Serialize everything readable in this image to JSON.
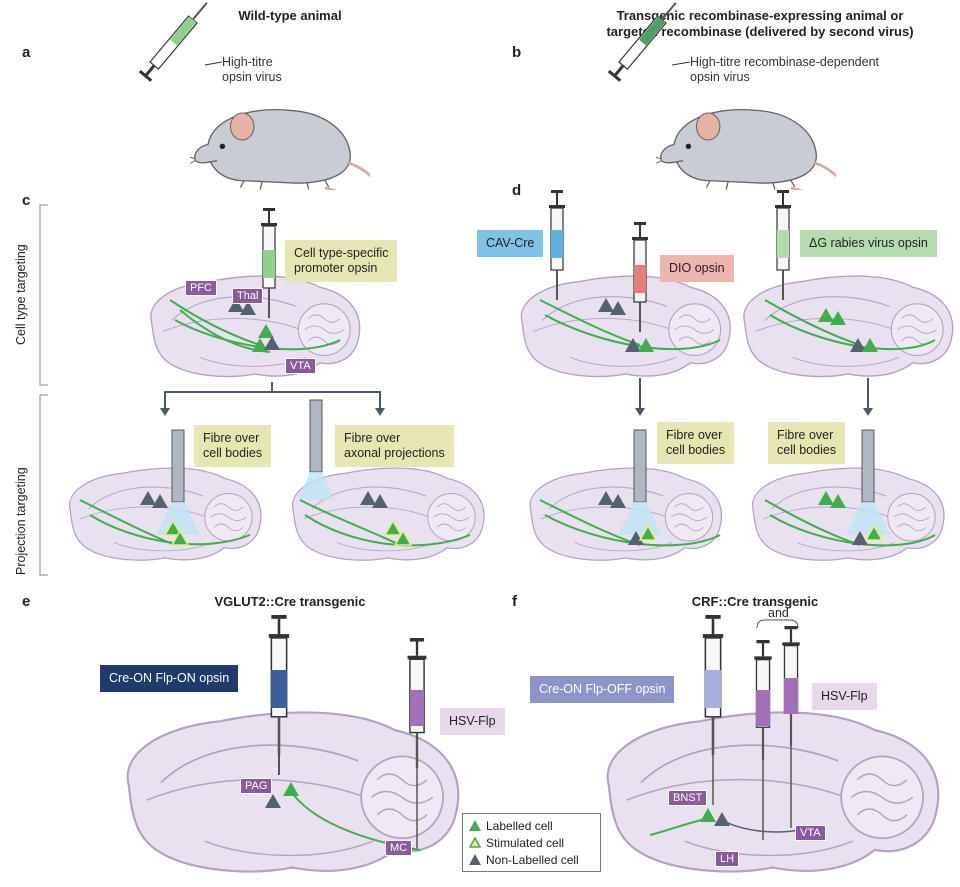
{
  "headings": {
    "left": "Wild-type animal",
    "right_line1": "Transgenic recombinase-expressing animal or",
    "right_line2": "targeted recombinase (delivered by second virus)"
  },
  "panels": {
    "a": "a",
    "b": "b",
    "c": "c",
    "d": "d",
    "e": "e",
    "f": "f"
  },
  "notes": {
    "a_line1": "High-titre",
    "a_line2": "opsin virus",
    "b_line1": "High-titre recombinase-dependent",
    "b_line2": "opsin virus"
  },
  "side_labels": {
    "cell_type": "Cell type targeting",
    "projection": "Projection targeting"
  },
  "callouts": {
    "c_promoter_line1": "Cell type-specific",
    "c_promoter_line2": "promoter opsin",
    "fibre_cell_line1": "Fibre over",
    "fibre_cell_line2": "cell bodies",
    "fibre_axon_line1": "Fibre over",
    "fibre_axon_line2": "axonal projections",
    "cav_cre": "CAV-Cre",
    "dio_opsin": "DIO opsin",
    "rabies": "ΔG rabies virus opsin",
    "cre_on_flp_on": "Cre-ON Flp-ON opsin",
    "cre_on_flp_off": "Cre-ON Flp-OFF opsin",
    "hsv_flp": "HSV-Flp",
    "and": "and"
  },
  "regions": {
    "pfc": "PFC",
    "thal": "Thal",
    "vta": "VTA",
    "pag": "PAG",
    "mc": "MC",
    "bnst": "BNST",
    "lh": "LH"
  },
  "subheadings": {
    "e": "VGLUT2::Cre transgenic",
    "f": "CRF::Cre transgenic"
  },
  "legend": {
    "labelled": "Labelled cell",
    "stimulated": "Stimulated cell",
    "non_labelled": "Non-Labelled cell"
  },
  "colors": {
    "brain": "#e9e1f0",
    "brain_outline": "#b3a2c4",
    "axon_green": "#3fae4c",
    "cell_grey": "#556070",
    "virus_green": "#8fd08a",
    "virus_blue": "#5fb0e0",
    "virus_red": "#e67f79",
    "virus_purple": "#a36fb8",
    "virus_navy": "#3b5f9a",
    "virus_lav": "#a8aee0"
  }
}
